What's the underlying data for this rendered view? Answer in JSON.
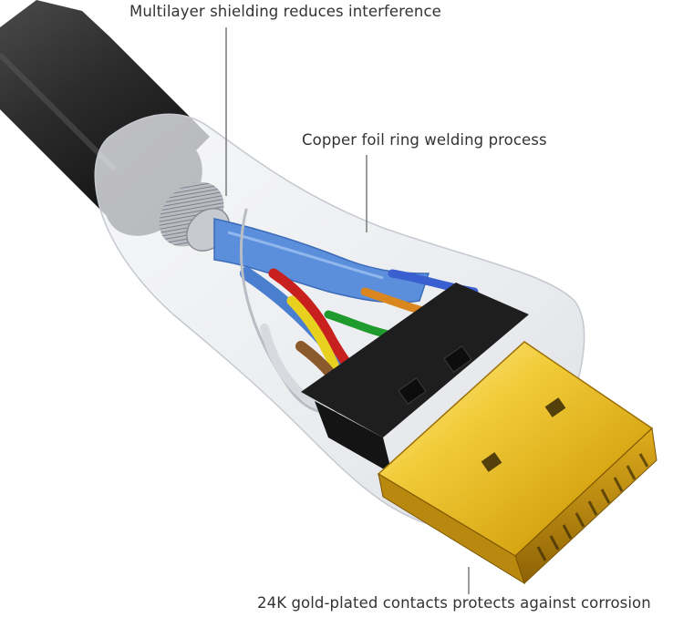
{
  "callouts": {
    "shielding": "Multilayer shielding reduces interference",
    "welding": "Copper foil ring welding process",
    "gold": "24K gold-plated contacts protects against corrosion"
  },
  "colors": {
    "background": "#ffffff",
    "text": "#333333",
    "leader_line": "#7a7a7a",
    "cable_jacket": "#2b2b2b",
    "housing": "#e6e8ec",
    "gold": "#e0b21a",
    "connector_black": "#1e1e1e",
    "wire_blue": "#4a7fd0",
    "wire_red": "#c8201e",
    "wire_yellow": "#e8d01e",
    "wire_green": "#1f9a2c",
    "wire_orange": "#d9861e",
    "wire_brown": "#8a5a2c"
  }
}
